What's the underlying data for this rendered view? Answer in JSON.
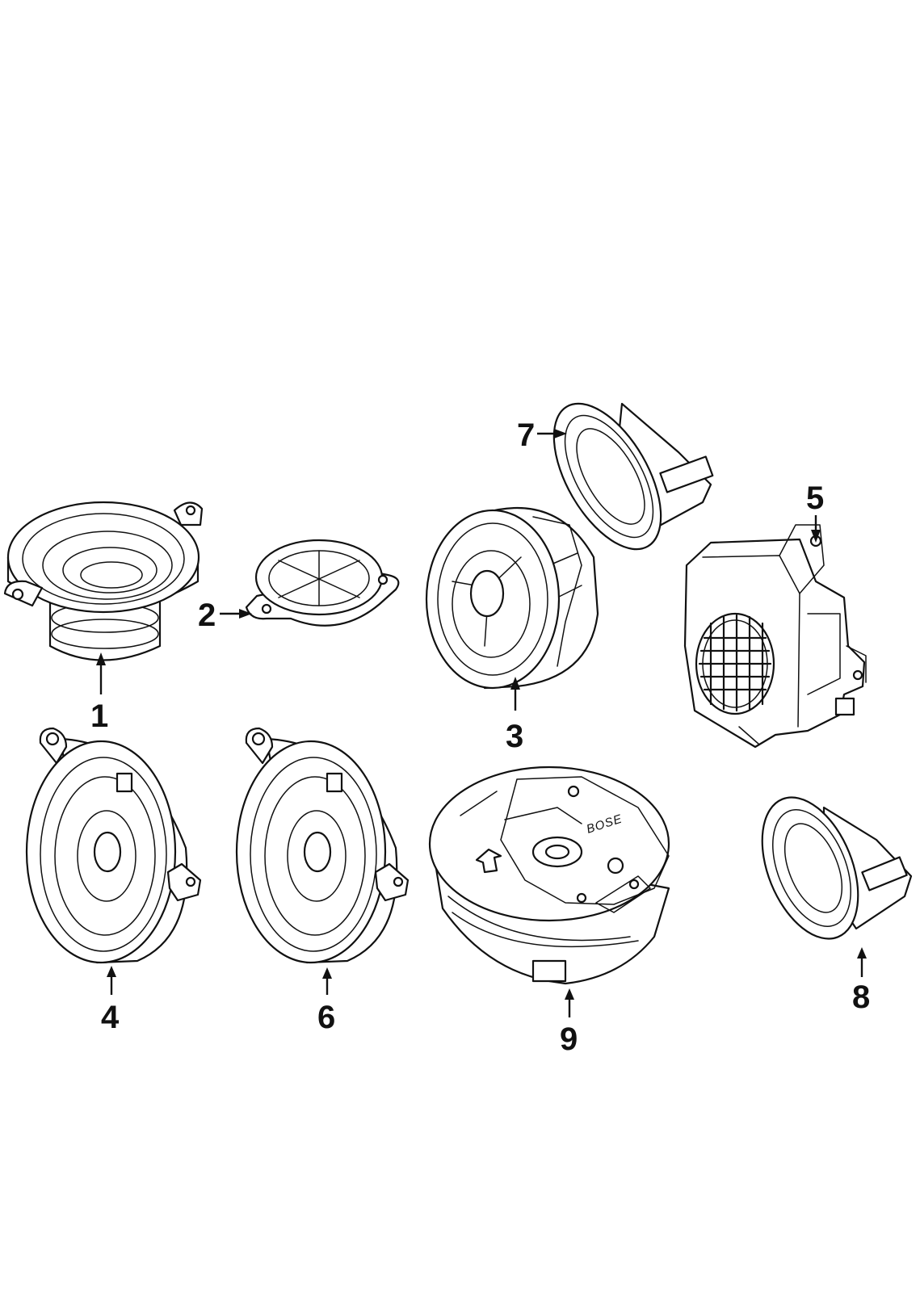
{
  "callouts": [
    "1",
    "2",
    "3",
    "4",
    "5",
    "6",
    "7",
    "8",
    "9"
  ],
  "speaker_logo": "BOSE"
}
